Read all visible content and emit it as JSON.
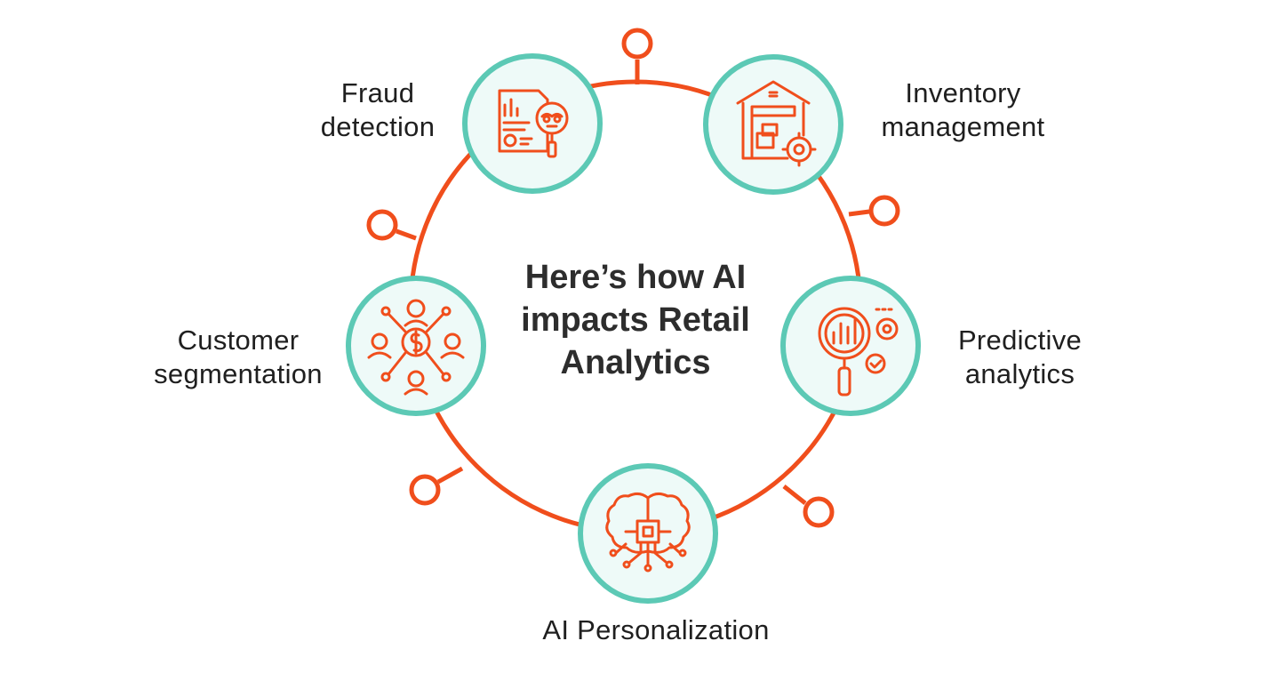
{
  "title": {
    "line1": "Here’s how AI",
    "line2": "impacts Retail",
    "line3": "Analytics"
  },
  "nodes": [
    {
      "id": "fraud",
      "line1": "Fraud",
      "line2": "detection",
      "icon": "fraud-detection-icon"
    },
    {
      "id": "inventory",
      "line1": "Inventory",
      "line2": "management",
      "icon": "warehouse-gear-icon"
    },
    {
      "id": "predictive",
      "line1": "Predictive",
      "line2": "analytics",
      "icon": "analytics-magnifier-icon"
    },
    {
      "id": "personalization",
      "line1": "AI Personalization",
      "icon": "ai-brain-chip-icon"
    },
    {
      "id": "segmentation",
      "line1": "Customer",
      "line2": "segmentation",
      "icon": "customer-network-icon"
    }
  ],
  "colors": {
    "ring": "#f04e1c",
    "icon": "#f04e1c",
    "node_border": "#5cc9b5",
    "node_fill": "#eefaf8",
    "text": "#1f1f1f"
  }
}
